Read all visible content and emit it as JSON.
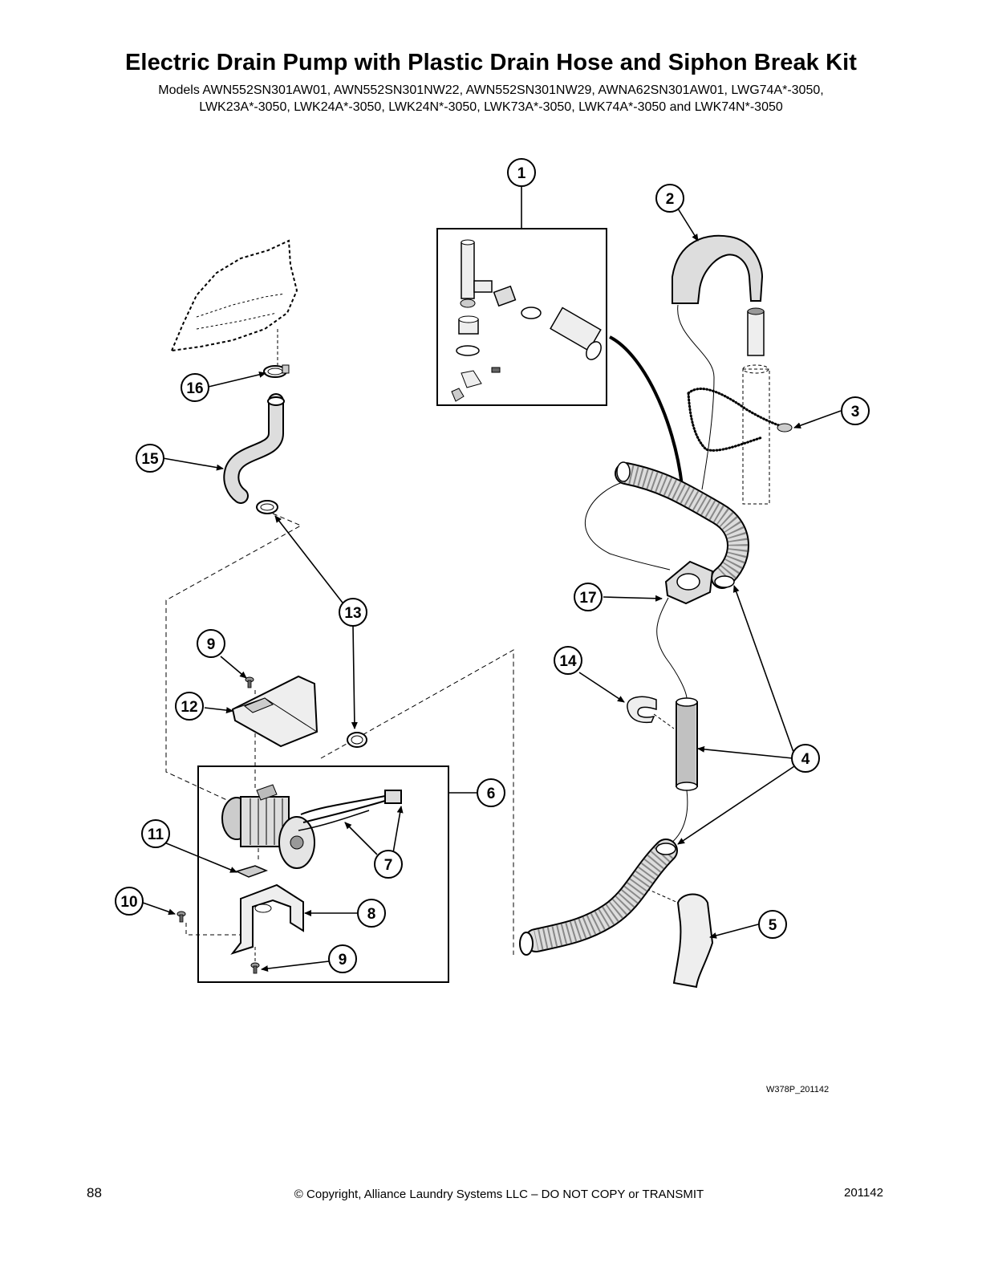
{
  "title": "Electric Drain Pump with Plastic Drain Hose and Siphon Break Kit",
  "models_line1": "Models AWN552SN301AW01, AWN552SN301NW22, AWN552SN301NW29, AWNA62SN301AW01, LWG74A*-3050,",
  "models_line2": "LWK23A*-3050, LWK24A*-3050, LWK24N*-3050, LWK73A*-3050, LWK74A*-3050 and LWK74N*-3050",
  "callouts": [
    "1",
    "2",
    "3",
    "4",
    "5",
    "6",
    "7",
    "8",
    "9",
    "9",
    "10",
    "11",
    "12",
    "13",
    "14",
    "15",
    "16",
    "17"
  ],
  "figure_code": "W378P_201142",
  "footer": {
    "page_number": "88",
    "copyright": "© Copyright, Alliance Laundry Systems LLC – DO NOT COPY or TRANSMIT",
    "code": "201142"
  }
}
